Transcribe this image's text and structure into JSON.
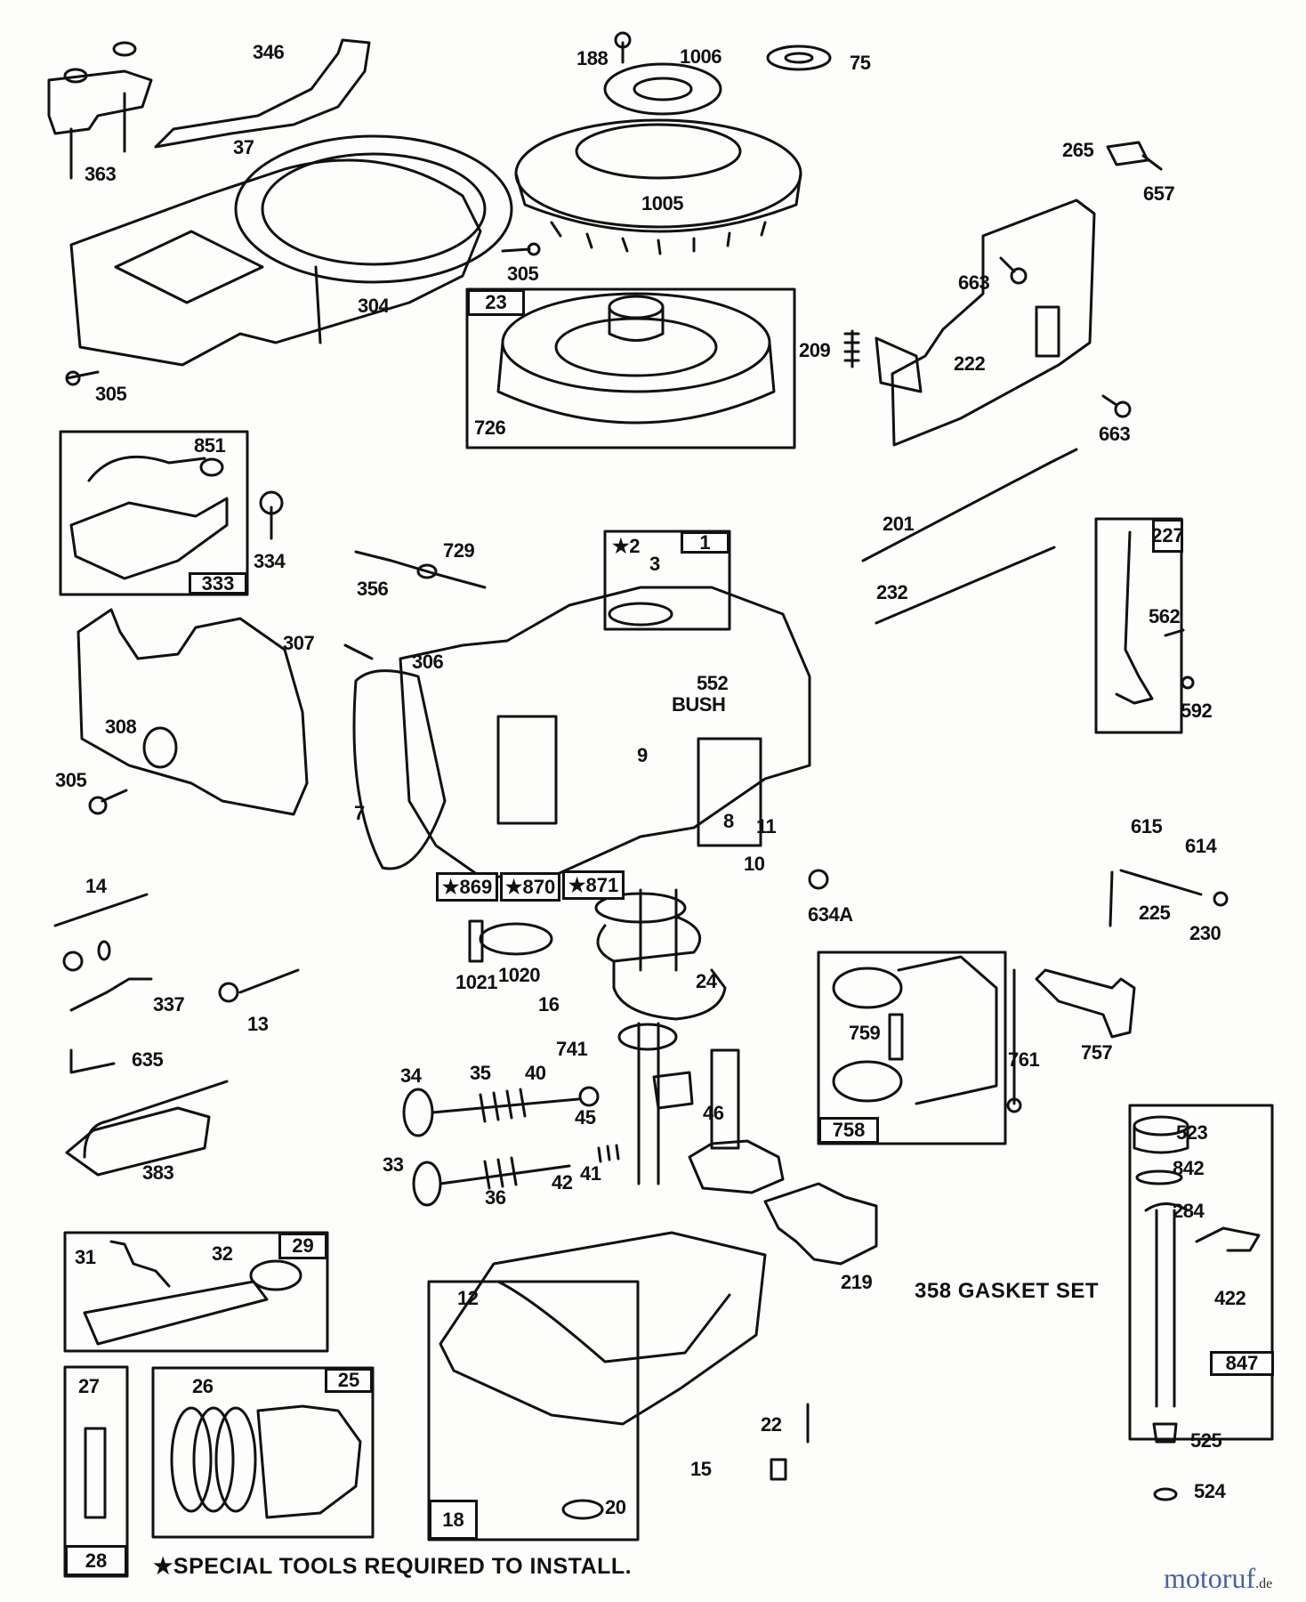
{
  "diagram": {
    "type": "exploded-parts-diagram",
    "subject": "Engine assembly",
    "labels": [
      {
        "id": "l346",
        "text": "346"
      },
      {
        "id": "l37",
        "text": "37"
      },
      {
        "id": "l363",
        "text": "363"
      },
      {
        "id": "l304",
        "text": "304"
      },
      {
        "id": "l305a",
        "text": "305"
      },
      {
        "id": "l188",
        "text": "188"
      },
      {
        "id": "l1006",
        "text": "1006"
      },
      {
        "id": "l75",
        "text": "75"
      },
      {
        "id": "l1005",
        "text": "1005"
      },
      {
        "id": "l305b",
        "text": "305"
      },
      {
        "id": "l209",
        "text": "209"
      },
      {
        "id": "l726",
        "text": "726"
      },
      {
        "id": "l265",
        "text": "265"
      },
      {
        "id": "l657",
        "text": "657"
      },
      {
        "id": "l663a",
        "text": "663"
      },
      {
        "id": "l222",
        "text": "222"
      },
      {
        "id": "l663b",
        "text": "663"
      },
      {
        "id": "l201",
        "text": "201"
      },
      {
        "id": "l232",
        "text": "232"
      },
      {
        "id": "l851",
        "text": "851"
      },
      {
        "id": "l334",
        "text": "334"
      },
      {
        "id": "l729",
        "text": "729"
      },
      {
        "id": "l356",
        "text": "356"
      },
      {
        "id": "l307",
        "text": "307"
      },
      {
        "id": "l306",
        "text": "306"
      },
      {
        "id": "l308",
        "text": "308"
      },
      {
        "id": "l305c",
        "text": "305"
      },
      {
        "id": "l7",
        "text": "7"
      },
      {
        "id": "l3",
        "text": "3"
      },
      {
        "id": "l552",
        "text": "552"
      },
      {
        "id": "lbush",
        "text": "BUSH"
      },
      {
        "id": "l9",
        "text": "9"
      },
      {
        "id": "l8",
        "text": "8"
      },
      {
        "id": "l11",
        "text": "11"
      },
      {
        "id": "l10",
        "text": "10"
      },
      {
        "id": "l562",
        "text": "562"
      },
      {
        "id": "l592",
        "text": "592"
      },
      {
        "id": "l634a",
        "text": "634A"
      },
      {
        "id": "l615",
        "text": "615"
      },
      {
        "id": "l614",
        "text": "614"
      },
      {
        "id": "l225",
        "text": "225"
      },
      {
        "id": "l230",
        "text": "230"
      },
      {
        "id": "l14",
        "text": "14"
      },
      {
        "id": "l337",
        "text": "337"
      },
      {
        "id": "l13",
        "text": "13"
      },
      {
        "id": "l635",
        "text": "635"
      },
      {
        "id": "l383",
        "text": "383"
      },
      {
        "id": "l1021",
        "text": "1021"
      },
      {
        "id": "l1020",
        "text": "1020"
      },
      {
        "id": "l16",
        "text": "16"
      },
      {
        "id": "l24",
        "text": "24"
      },
      {
        "id": "l741",
        "text": "741"
      },
      {
        "id": "l34",
        "text": "34"
      },
      {
        "id": "l35",
        "text": "35"
      },
      {
        "id": "l40",
        "text": "40"
      },
      {
        "id": "l45",
        "text": "45"
      },
      {
        "id": "l46",
        "text": "46"
      },
      {
        "id": "l33",
        "text": "33"
      },
      {
        "id": "l36",
        "text": "36"
      },
      {
        "id": "l42",
        "text": "42"
      },
      {
        "id": "l41",
        "text": "41"
      },
      {
        "id": "l759",
        "text": "759"
      },
      {
        "id": "l761",
        "text": "761"
      },
      {
        "id": "l757",
        "text": "757"
      },
      {
        "id": "l219",
        "text": "219"
      },
      {
        "id": "l523",
        "text": "523"
      },
      {
        "id": "l842",
        "text": "842"
      },
      {
        "id": "l284",
        "text": "284"
      },
      {
        "id": "l422",
        "text": "422"
      },
      {
        "id": "l525",
        "text": "525"
      },
      {
        "id": "l524",
        "text": "524"
      },
      {
        "id": "l31",
        "text": "31"
      },
      {
        "id": "l32",
        "text": "32"
      },
      {
        "id": "l27",
        "text": "27"
      },
      {
        "id": "l26",
        "text": "26"
      },
      {
        "id": "l12",
        "text": "12"
      },
      {
        "id": "l22",
        "text": "22"
      },
      {
        "id": "l15",
        "text": "15"
      },
      {
        "id": "l20",
        "text": "20"
      }
    ],
    "kit_tags": [
      {
        "id": "t23",
        "text": "23"
      },
      {
        "id": "t333",
        "text": "333"
      },
      {
        "id": "t1",
        "text": "1"
      },
      {
        "id": "t2",
        "text": "★2"
      },
      {
        "id": "t227",
        "text": "227"
      },
      {
        "id": "t869",
        "text": "★869"
      },
      {
        "id": "t870",
        "text": "★870"
      },
      {
        "id": "t871",
        "text": "★871"
      },
      {
        "id": "t758",
        "text": "758"
      },
      {
        "id": "t847",
        "text": "847"
      },
      {
        "id": "t29",
        "text": "29"
      },
      {
        "id": "t25",
        "text": "25"
      },
      {
        "id": "t28",
        "text": "28"
      },
      {
        "id": "t18",
        "text": "18"
      }
    ],
    "gasket_set_note": "358 GASKET SET",
    "footnote": "★SPECIAL TOOLS REQUIRED TO INSTALL.",
    "watermark": {
      "main": "motoruf",
      "suffix": ".de"
    }
  }
}
